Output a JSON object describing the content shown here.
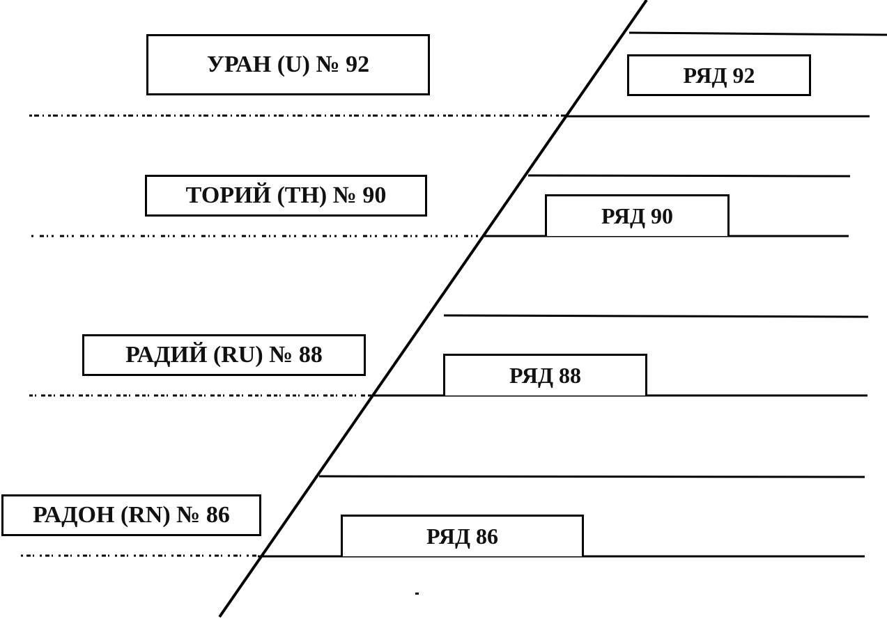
{
  "elements": [
    {
      "label": "УРАН (U) № 92",
      "row_label": "РЯД 92"
    },
    {
      "label": "ТОРИЙ (TH) № 90",
      "row_label": "РЯД 90"
    },
    {
      "label": "РАДИЙ (RU) № 88",
      "row_label": "РЯД 88"
    },
    {
      "label": "РАДОН (RN) № 86",
      "row_label": "РЯД 86"
    }
  ],
  "colors": {
    "ink": "#000000",
    "background": "#ffffff"
  }
}
